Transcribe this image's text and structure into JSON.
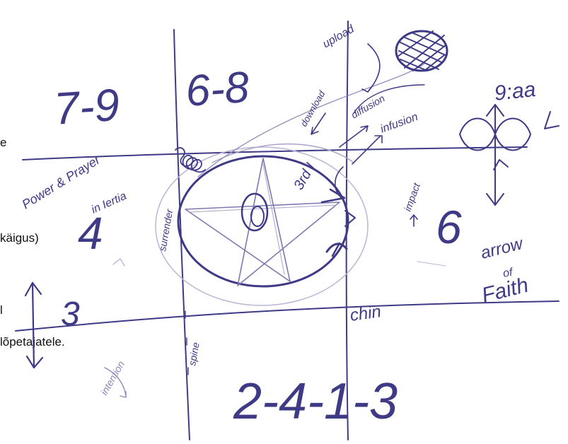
{
  "background_fragments": {
    "e": "e",
    "kaigus": "käigus)",
    "l": "l",
    "lopetajatele": "lõpetajatele."
  },
  "sketch": {
    "big_numbers": {
      "top_left": "7-9",
      "top_mid": "6-8",
      "bottom": "2-4-1-3",
      "left_mid": "4",
      "right_mid": "6",
      "left_low": "3"
    },
    "labels": {
      "upload": "upload",
      "download": "download",
      "diffusion": "diffusion",
      "infusion": "infusion",
      "nine_aa": "9:aa",
      "power_prayer": "Power & Prayer",
      "inertia": "in Iertia",
      "surrender": "surrender",
      "third_eye": "3rd I",
      "impact": "impact",
      "arrow_of_faith_1": "arrow",
      "arrow_of_faith_2": "of",
      "arrow_of_faith_3": "Faith",
      "chin": "chin",
      "spine": "spine",
      "intention": "intention"
    },
    "colors": {
      "ink": "#3f3a86",
      "ink_light": "#8a86b8",
      "paper": "#ffffff"
    }
  }
}
